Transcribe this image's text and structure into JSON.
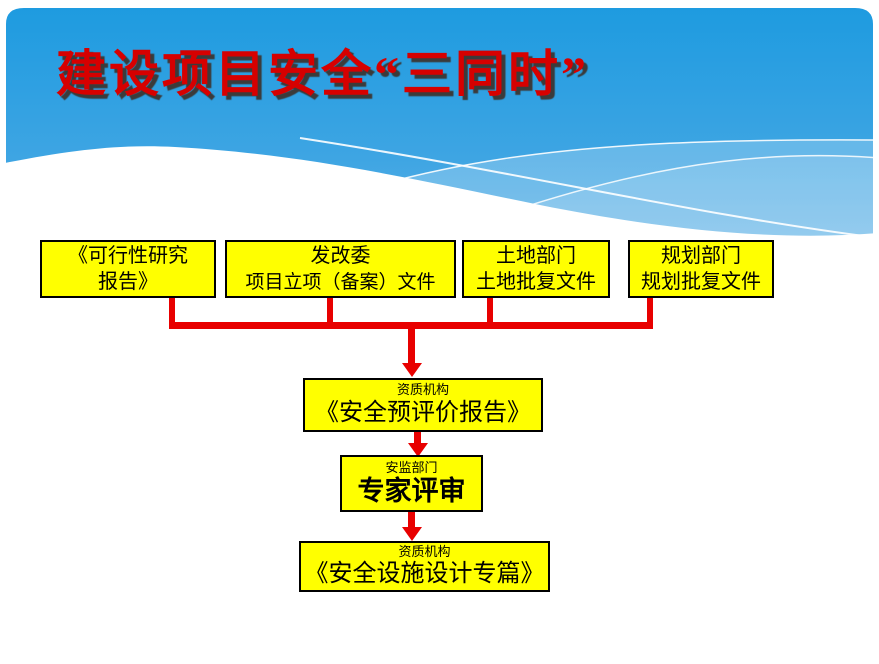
{
  "slide_title": "建设项目安全“三同时”",
  "colors": {
    "header_blue_top": "#1e9be0",
    "header_blue_bottom": "#5fb2e6",
    "title_red": "#d60000",
    "title_shadow": "#3b3b3b",
    "box_fill": "#ffff00",
    "box_border": "#000000",
    "connector_red": "#e80000"
  },
  "flowchart": {
    "sources": [
      {
        "lines": [
          "《可行性研究",
          "报告》"
        ]
      },
      {
        "lines": [
          "发改委",
          "项目立项（备案）文件"
        ]
      },
      {
        "lines": [
          "土地部门",
          "土地批复文件"
        ]
      },
      {
        "lines": [
          "规划部门",
          "规划批复文件"
        ]
      }
    ],
    "steps": [
      {
        "org": "资质机构",
        "doc": "《安全预评价报告》"
      },
      {
        "org": "安监部门",
        "doc": "专家评审"
      },
      {
        "org": "资质机构",
        "doc": "《安全设施设计专篇》"
      }
    ]
  }
}
